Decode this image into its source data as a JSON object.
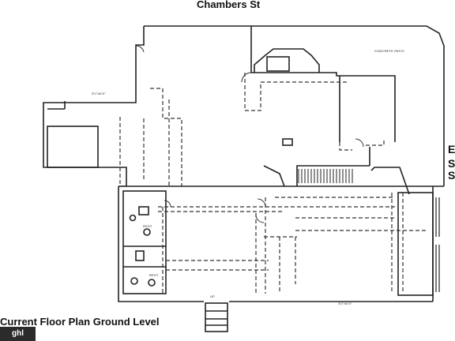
{
  "street_top": "Chambers St",
  "title_bottom": "Current Floor Plan Ground Level",
  "street_side": [
    "E",
    "S",
    "S"
  ],
  "room_labels": {
    "patio": "CONCRETE PATIO",
    "door_top": "3'0\"X6'0\"",
    "door_bottom": "3'0\"X6'0\"",
    "restroom_1": "REST.",
    "restroom_2": "REST.",
    "stair": "UP"
  },
  "badge": "ghl"
}
